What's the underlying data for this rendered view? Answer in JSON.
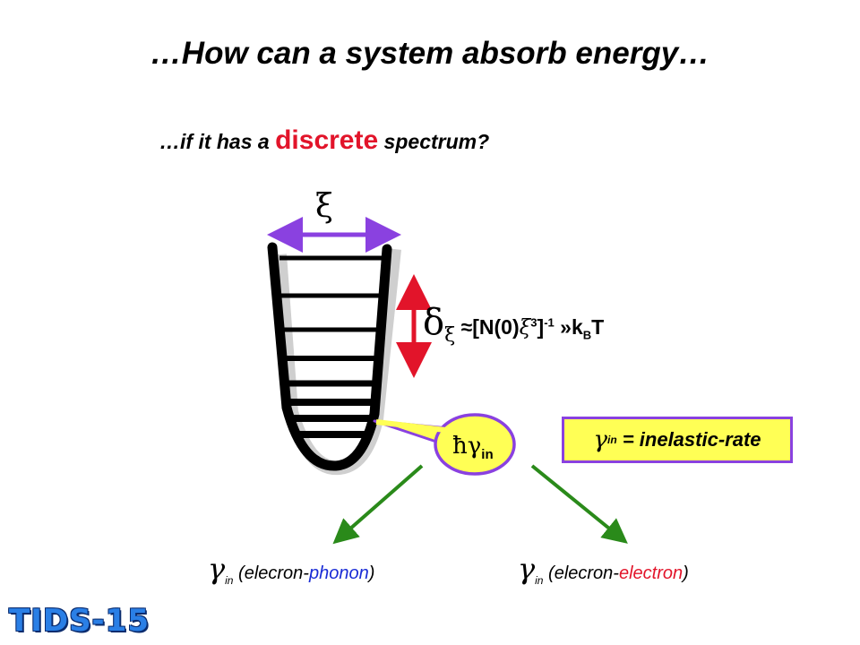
{
  "title": "…How can a system absorb energy…",
  "subtitle": {
    "prefix": "…if it has a ",
    "highlight": "discrete",
    "suffix": " spectrum?"
  },
  "well": {
    "width_symbol": "ξ",
    "level_count": 8
  },
  "level_spacing": {
    "symbol": "δ",
    "subscript": "ξ",
    "formula_prefix": "≈[N(0)",
    "xi": "ξ",
    "cube": "3",
    "close": "]",
    "exponent": "-1",
    "relation": "»k",
    "kb_sub": "B",
    "temp": "T"
  },
  "bubble": {
    "hbar": "ħ",
    "gamma": "γ",
    "sub": "in"
  },
  "definition": {
    "gamma": "γ",
    "sub": "in",
    "text": "= inelastic-rate"
  },
  "rates": [
    {
      "gamma": "γ",
      "sub": "in",
      "open": "(elecron-",
      "kind": "phonon",
      "close": ")",
      "kind_color": "#1a2cd6"
    },
    {
      "gamma": "γ",
      "sub": "in",
      "open": "(elecron-",
      "kind": "electron",
      "close": ")",
      "kind_color": "#e2142a"
    }
  ],
  "logo": "TIDS-15",
  "colors": {
    "purple": "#8a41e0",
    "red": "#e2142a",
    "blue": "#1a2cd6",
    "green": "#2a8a1a",
    "yellow": "#ffff55"
  }
}
